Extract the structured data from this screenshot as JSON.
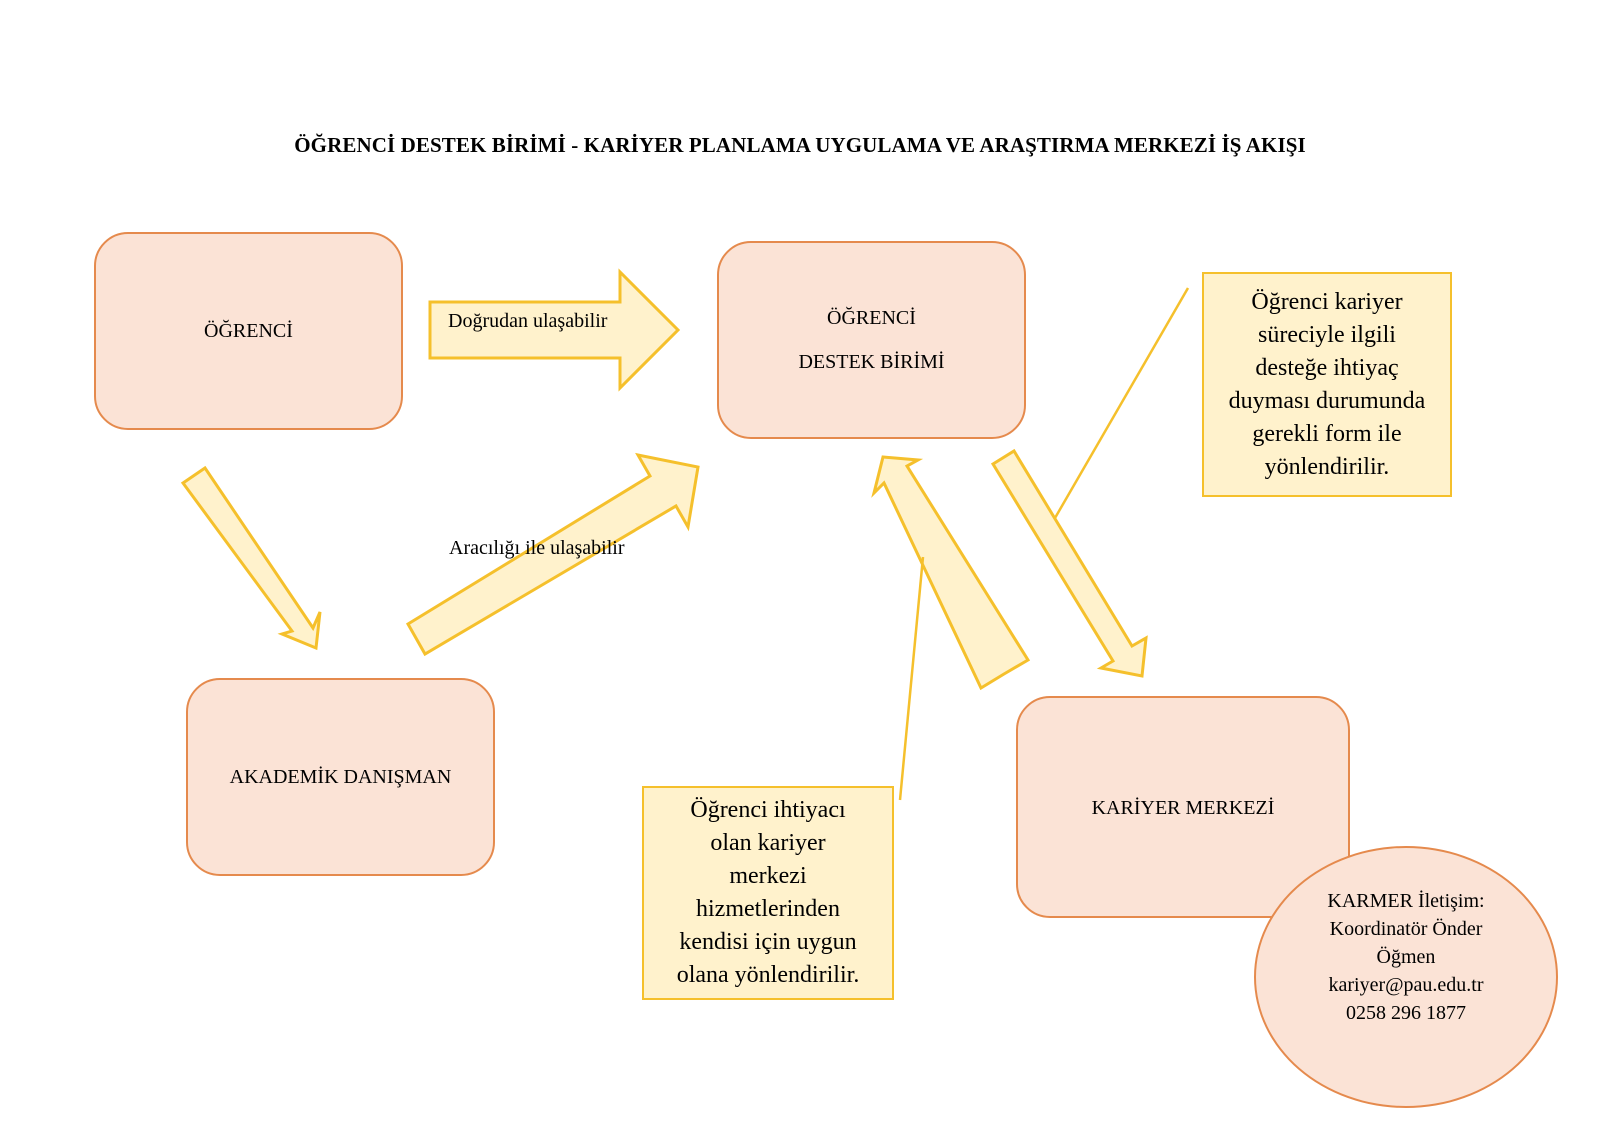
{
  "title": "ÖĞRENCİ DESTEK BİRİMİ - KARİYER PLANLAMA UYGULAMA VE ARAŞTIRMA MERKEZİ İŞ AKIŞI",
  "nodes": {
    "ogrenci": {
      "label": "ÖĞRENCİ"
    },
    "destek_birimi": {
      "lines": [
        "ÖĞRENCİ",
        "DESTEK BİRİMİ"
      ]
    },
    "akademik_danisman": {
      "label": "AKADEMİK DANIŞMAN"
    },
    "kariyer_merkezi": {
      "label": "KARİYER MERKEZİ"
    }
  },
  "arrows": {
    "direct": {
      "label": "Doğrudan ulaşabilir"
    },
    "via_advisor": {
      "label": "Aracılığı ile ulaşabilir"
    }
  },
  "notes": {
    "referral_form": {
      "lines": [
        "Öğrenci kariyer",
        "süreciyle ilgili",
        "desteğe ihtiyaç",
        "duyması durumunda",
        "gerekli form ile",
        "yönlendirilir."
      ]
    },
    "service_direction": {
      "lines": [
        "Öğrenci ihtiyacı",
        "olan kariyer",
        "merkezi",
        "hizmetlerinden",
        "kendisi için uygun",
        "olana yönlendirilir."
      ]
    }
  },
  "contact": {
    "lines": [
      "KARMER İletişim:",
      "Koordinatör Önder",
      "Öğmen",
      "kariyer@pau.edu.tr",
      "0258 296 1877"
    ]
  },
  "colors": {
    "node_fill": "#fbe3d6",
    "node_border": "#e58a4d",
    "arrow_fill": "#fff2cc",
    "arrow_border": "#f5c02c"
  }
}
